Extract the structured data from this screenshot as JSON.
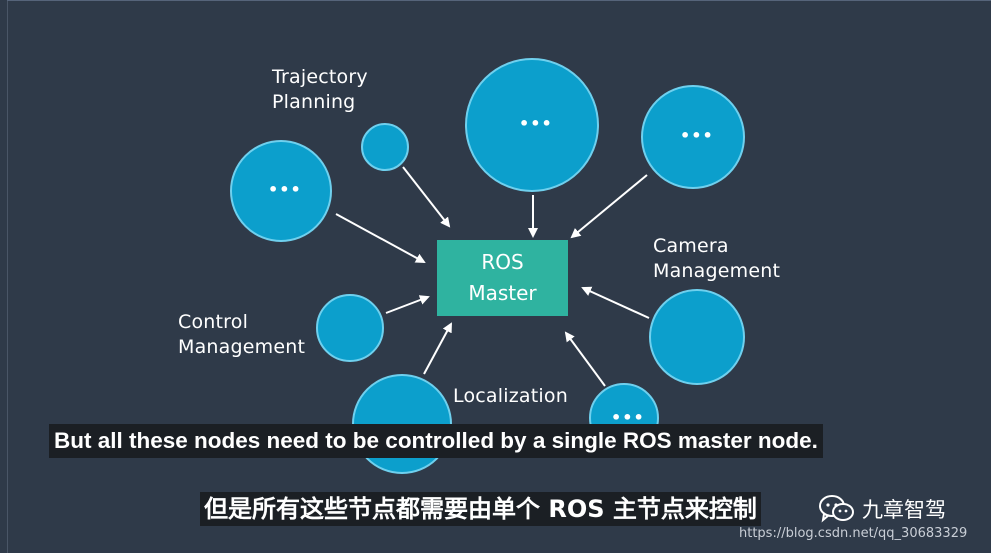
{
  "diagram": {
    "master": {
      "line1": "ROS",
      "line2": "Master"
    },
    "ellipsis": "•••",
    "labels": {
      "trajectory": "Trajectory\nPlanning",
      "camera": "Camera\nManagement",
      "control": "Control\nManagement",
      "localization": "Localization"
    }
  },
  "subtitles": {
    "english": "But all these nodes need to be controlled by a single ROS master node.",
    "chinese": "但是所有这些节点都需要由单个 ROS 主节点来控制"
  },
  "brand": {
    "name": "九章智驾"
  },
  "watermark": "https://blog.csdn.net/qq_30683329",
  "colors": {
    "background": "#2f3a49",
    "node_fill": "#0c9fcc",
    "node_stroke": "#6fd0ee",
    "master_fill": "#2fb3a0",
    "arrow": "#ffffff"
  }
}
